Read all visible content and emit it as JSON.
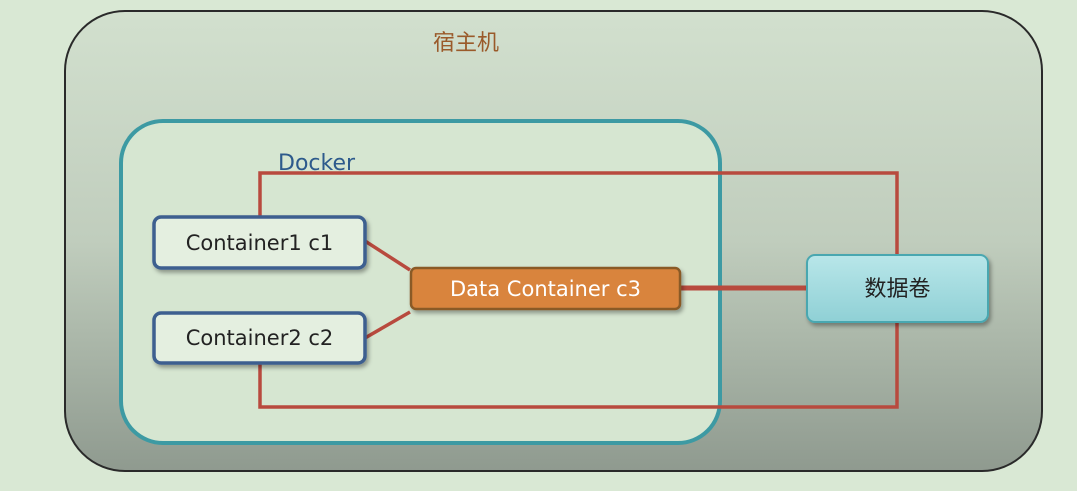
{
  "diagram": {
    "host_label": "宿主机",
    "docker_label": "Docker",
    "container1_label": "Container1 c1",
    "container2_label": "Container2 c2",
    "data_container_label": "Data Container c3",
    "volume_label": "数据卷"
  },
  "colors": {
    "background": "#d9e8d4",
    "host_border": "#2a2a2a",
    "host_label": "#9a5a2a",
    "docker_border": "#3d9aa3",
    "docker_label": "#2d5a8c",
    "container_border": "#3d5f8f",
    "data_container_fill": "#d9843c",
    "data_container_border": "#8a5a28",
    "connector": "#b84a3e",
    "volume_fill": "#a8dde0",
    "volume_border": "#4aa7b0"
  }
}
